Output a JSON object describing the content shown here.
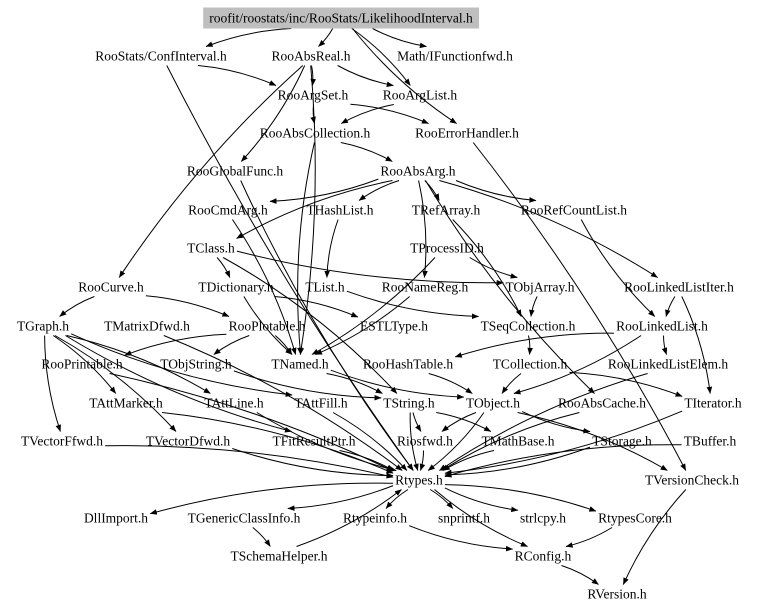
{
  "root_file": "roofit/roostats/inc/RooStats/LikelihoodInterval.h",
  "nodes": [
    {
      "id": "root",
      "label": "roofit/roostats/inc/RooStats/LikelihoodInterval.h",
      "root": true
    },
    {
      "id": "confint",
      "label": "RooStats/ConfInterval.h"
    },
    {
      "id": "absreal",
      "label": "RooAbsReal.h"
    },
    {
      "id": "ifunc",
      "label": "Math/IFunctionfwd.h"
    },
    {
      "id": "argset",
      "label": "RooArgSet.h"
    },
    {
      "id": "arglist",
      "label": "RooArgList.h"
    },
    {
      "id": "abscoll",
      "label": "RooAbsCollection.h"
    },
    {
      "id": "errhandler",
      "label": "RooErrorHandler.h"
    },
    {
      "id": "globalfunc",
      "label": "RooGlobalFunc.h"
    },
    {
      "id": "absarg",
      "label": "RooAbsArg.h"
    },
    {
      "id": "cmdarg",
      "label": "RooCmdArg.h"
    },
    {
      "id": "hashlist",
      "label": "THashList.h"
    },
    {
      "id": "refarray",
      "label": "TRefArray.h"
    },
    {
      "id": "refcountlist",
      "label": "RooRefCountList.h"
    },
    {
      "id": "tclass",
      "label": "TClass.h"
    },
    {
      "id": "processid",
      "label": "TProcessID.h"
    },
    {
      "id": "curve",
      "label": "RooCurve.h"
    },
    {
      "id": "tdict",
      "label": "TDictionary.h"
    },
    {
      "id": "tlist",
      "label": "TList.h"
    },
    {
      "id": "namereg",
      "label": "RooNameReg.h"
    },
    {
      "id": "objarray",
      "label": "TObjArray.h"
    },
    {
      "id": "linkedlistiter",
      "label": "RooLinkedListIter.h"
    },
    {
      "id": "tgraph",
      "label": "TGraph.h"
    },
    {
      "id": "matrixd",
      "label": "TMatrixDfwd.h"
    },
    {
      "id": "plotable",
      "label": "RooPlotable.h"
    },
    {
      "id": "estltype",
      "label": "ESTLType.h"
    },
    {
      "id": "seqcoll",
      "label": "TSeqCollection.h"
    },
    {
      "id": "linkedlist",
      "label": "RooLinkedList.h"
    },
    {
      "id": "printable",
      "label": "RooPrintable.h"
    },
    {
      "id": "objstring",
      "label": "TObjString.h"
    },
    {
      "id": "tnamed",
      "label": "TNamed.h"
    },
    {
      "id": "hashtable",
      "label": "RooHashTable.h"
    },
    {
      "id": "tcoll",
      "label": "TCollection.h"
    },
    {
      "id": "linkedelem",
      "label": "RooLinkedListElem.h"
    },
    {
      "id": "attmarker",
      "label": "TAttMarker.h"
    },
    {
      "id": "attline",
      "label": "TAttLine.h"
    },
    {
      "id": "attfill",
      "label": "TAttFill.h"
    },
    {
      "id": "tstring",
      "label": "TString.h"
    },
    {
      "id": "tobject",
      "label": "TObject.h"
    },
    {
      "id": "abscache",
      "label": "RooAbsCache.h"
    },
    {
      "id": "titer",
      "label": "TIterator.h"
    },
    {
      "id": "vecff",
      "label": "TVectorFfwd.h"
    },
    {
      "id": "vecdf",
      "label": "TVectorDfwd.h"
    },
    {
      "id": "fitres",
      "label": "TFitResultPtr.h"
    },
    {
      "id": "riosfwd",
      "label": "Riosfwd.h"
    },
    {
      "id": "mathbase",
      "label": "TMathBase.h"
    },
    {
      "id": "tstorage",
      "label": "TStorage.h"
    },
    {
      "id": "tbuffer",
      "label": "TBuffer.h"
    },
    {
      "id": "rtypes",
      "label": "Rtypes.h"
    },
    {
      "id": "versioncheck",
      "label": "TVersionCheck.h"
    },
    {
      "id": "dllimport",
      "label": "DllImport.h"
    },
    {
      "id": "genclassinfo",
      "label": "TGenericClassInfo.h"
    },
    {
      "id": "rtypeinfo",
      "label": "Rtypeinfo.h"
    },
    {
      "id": "snprintf",
      "label": "snprintf.h"
    },
    {
      "id": "strlcpy",
      "label": "strlcpy.h"
    },
    {
      "id": "rtypescore",
      "label": "RtypesCore.h"
    },
    {
      "id": "schemahelper",
      "label": "TSchemaHelper.h"
    },
    {
      "id": "rconfig",
      "label": "RConfig.h"
    },
    {
      "id": "rversion",
      "label": "RVersion.h"
    }
  ],
  "edges": [
    [
      "root",
      "confint"
    ],
    [
      "root",
      "absreal"
    ],
    [
      "root",
      "ifunc"
    ],
    [
      "root",
      "arglist"
    ],
    [
      "root",
      "errhandler"
    ],
    [
      "confint",
      "argset"
    ],
    [
      "confint",
      "rtypes"
    ],
    [
      "absreal",
      "argset"
    ],
    [
      "absreal",
      "arglist"
    ],
    [
      "absreal",
      "globalfunc"
    ],
    [
      "absreal",
      "curve"
    ],
    [
      "absreal",
      "tnamed"
    ],
    [
      "argset",
      "abscoll"
    ],
    [
      "argset",
      "errhandler"
    ],
    [
      "arglist",
      "abscoll"
    ],
    [
      "abscoll",
      "absarg"
    ],
    [
      "abscoll",
      "tnamed"
    ],
    [
      "errhandler",
      "versioncheck"
    ],
    [
      "globalfunc",
      "rtypes"
    ],
    [
      "absarg",
      "cmdarg"
    ],
    [
      "absarg",
      "hashlist"
    ],
    [
      "absarg",
      "refarray"
    ],
    [
      "absarg",
      "refcountlist"
    ],
    [
      "absarg",
      "linkedlistiter"
    ],
    [
      "absarg",
      "tclass"
    ],
    [
      "absarg",
      "namereg"
    ],
    [
      "absarg",
      "abscache"
    ],
    [
      "cmdarg",
      "tnamed"
    ],
    [
      "hashlist",
      "tlist"
    ],
    [
      "refarray",
      "seqcoll"
    ],
    [
      "refcountlist",
      "linkedlist"
    ],
    [
      "tclass",
      "tdict"
    ],
    [
      "tclass",
      "objarray"
    ],
    [
      "tclass",
      "tstring"
    ],
    [
      "processid",
      "objarray"
    ],
    [
      "processid",
      "tnamed"
    ],
    [
      "curve",
      "tgraph"
    ],
    [
      "curve",
      "plotable"
    ],
    [
      "tdict",
      "tnamed"
    ],
    [
      "tdict",
      "estltype"
    ],
    [
      "tlist",
      "seqcoll"
    ],
    [
      "namereg",
      "tnamed"
    ],
    [
      "objarray",
      "seqcoll"
    ],
    [
      "linkedlistiter",
      "titer"
    ],
    [
      "linkedlistiter",
      "linkedlist"
    ],
    [
      "tgraph",
      "attline"
    ],
    [
      "tgraph",
      "attfill"
    ],
    [
      "tgraph",
      "attmarker"
    ],
    [
      "tgraph",
      "vecff"
    ],
    [
      "tgraph",
      "vecdf"
    ],
    [
      "tgraph",
      "fitres"
    ],
    [
      "matrixd",
      "rtypes"
    ],
    [
      "plotable",
      "printable"
    ],
    [
      "plotable",
      "tnamed"
    ],
    [
      "plotable",
      "objstring"
    ],
    [
      "seqcoll",
      "tcoll"
    ],
    [
      "linkedlist",
      "linkedelem"
    ],
    [
      "linkedlist",
      "tobject"
    ],
    [
      "linkedlist",
      "hashtable"
    ],
    [
      "printable",
      "rtypes"
    ],
    [
      "objstring",
      "tstring"
    ],
    [
      "tnamed",
      "tstring"
    ],
    [
      "tnamed",
      "tobject"
    ],
    [
      "hashtable",
      "tobject"
    ],
    [
      "tcoll",
      "tobject"
    ],
    [
      "tcoll",
      "titer"
    ],
    [
      "linkedelem",
      "rtypes"
    ],
    [
      "attmarker",
      "rtypes"
    ],
    [
      "attline",
      "rtypes"
    ],
    [
      "attfill",
      "rtypes"
    ],
    [
      "tstring",
      "riosfwd"
    ],
    [
      "tstring",
      "mathbase"
    ],
    [
      "tstring",
      "rtypes"
    ],
    [
      "tobject",
      "rtypes"
    ],
    [
      "tobject",
      "tstorage"
    ],
    [
      "tobject",
      "versioncheck"
    ],
    [
      "tobject",
      "riosfwd"
    ],
    [
      "titer",
      "rtypes"
    ],
    [
      "abscache",
      "rtypes"
    ],
    [
      "vecff",
      "rtypes"
    ],
    [
      "vecdf",
      "rtypes"
    ],
    [
      "fitres",
      "rtypes"
    ],
    [
      "mathbase",
      "rtypes"
    ],
    [
      "tstorage",
      "rtypes"
    ],
    [
      "tbuffer",
      "rtypes"
    ],
    [
      "riosfwd",
      "rtypes"
    ],
    [
      "rtypes",
      "dllimport"
    ],
    [
      "rtypes",
      "genclassinfo"
    ],
    [
      "rtypes",
      "rtypeinfo"
    ],
    [
      "rtypes",
      "snprintf"
    ],
    [
      "rtypes",
      "strlcpy"
    ],
    [
      "rtypes",
      "rtypescore"
    ],
    [
      "rtypes",
      "rconfig"
    ],
    [
      "genclassinfo",
      "schemahelper"
    ],
    [
      "schemahelper",
      "rtypes"
    ],
    [
      "rtypescore",
      "rconfig"
    ],
    [
      "rtypeinfo",
      "rconfig"
    ],
    [
      "rconfig",
      "rversion"
    ],
    [
      "versioncheck",
      "rversion"
    ]
  ]
}
